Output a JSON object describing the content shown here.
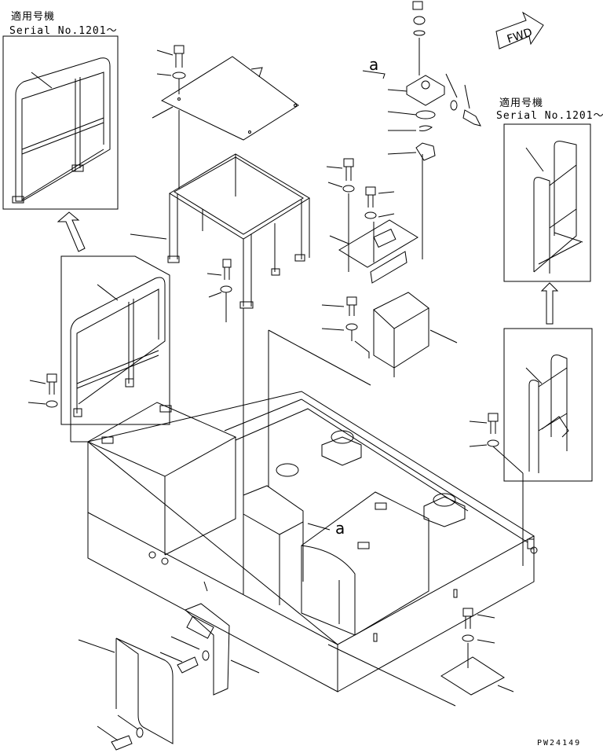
{
  "notes": {
    "left_heading": "適用号機",
    "left_serial": "Serial No.1201～",
    "right_heading": "適用号機",
    "right_serial": "Serial No.1201～"
  },
  "callouts": {
    "top": "a",
    "middle": "a"
  },
  "fwd_label": "FWD",
  "drawing_code": "PW24149"
}
